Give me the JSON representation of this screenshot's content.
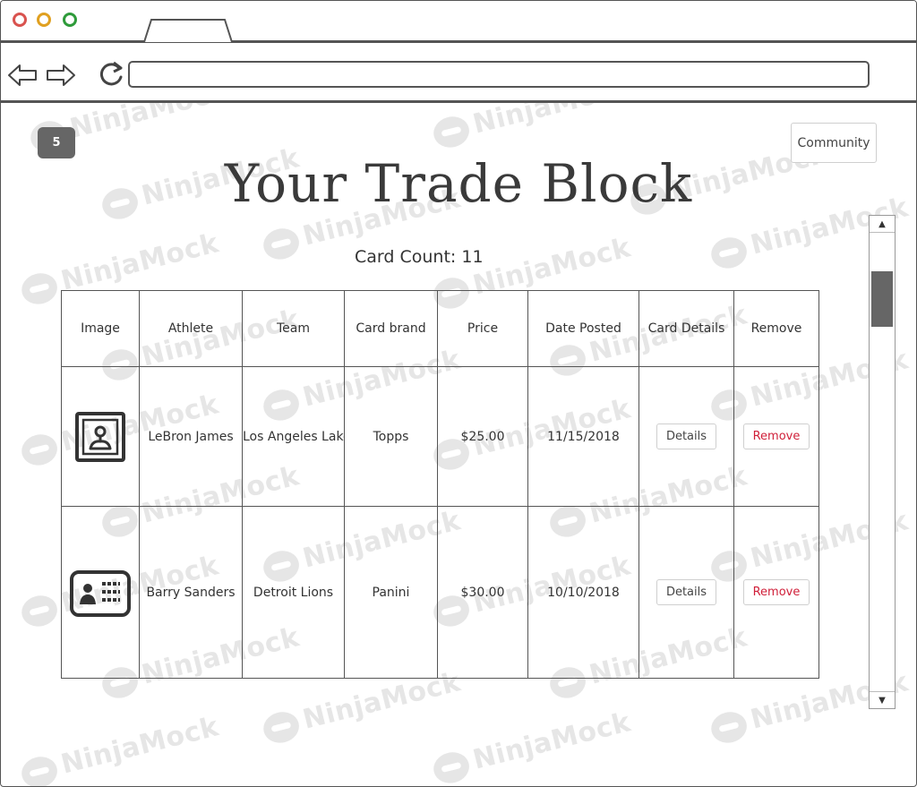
{
  "watermark": "NinjaMock",
  "page": {
    "badge": "5",
    "community_label": "Community",
    "title": "Your Trade Block",
    "card_count": "Card Count: 11"
  },
  "table": {
    "headers": [
      "Image",
      "Athlete",
      "Team",
      "Card brand",
      "Price",
      "Date Posted",
      "Card Details",
      "Remove"
    ],
    "rows": [
      {
        "image_icon": "user-card-icon",
        "athlete": "LeBron James",
        "team": "Los Angeles Lakers",
        "brand": "Topps",
        "price": "$25.00",
        "date": "11/15/2018",
        "details_label": "Details",
        "remove_label": "Remove"
      },
      {
        "image_icon": "id-card-icon",
        "athlete": "Barry Sanders",
        "team": "Detroit Lions",
        "brand": "Panini",
        "price": "$30.00",
        "date": "10/10/2018",
        "details_label": "Details",
        "remove_label": "Remove"
      }
    ]
  },
  "colors": {
    "remove": "#d0203a",
    "badge": "#666666",
    "close_dot": "#d9534f",
    "minimize_dot": "#e0a020",
    "maximize_dot": "#2e9b3a"
  }
}
